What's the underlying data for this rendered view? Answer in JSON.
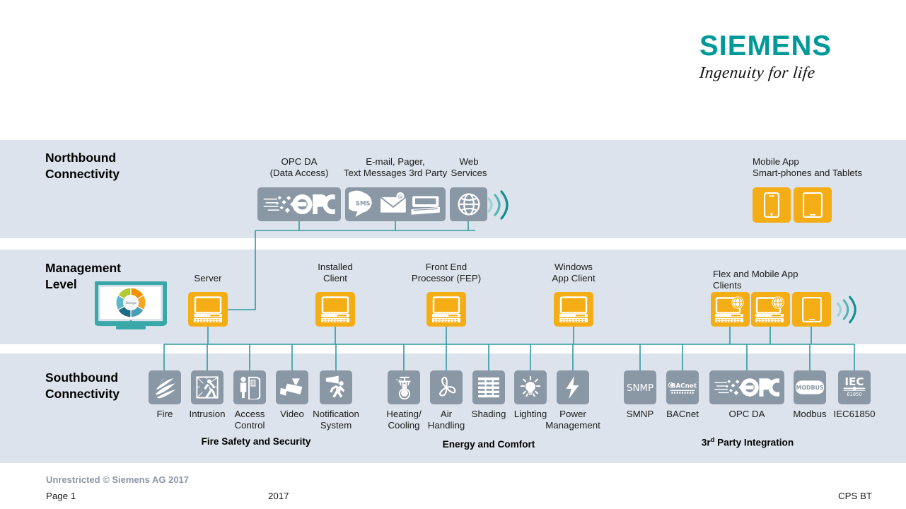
{
  "brand": {
    "name": "SIEMENS",
    "claim": "Ingenuity for life",
    "color": "#009999"
  },
  "colors": {
    "band_background": "#dde3ec",
    "page_background": "#ffffff",
    "device_grey": "#8a98a6",
    "device_orange": "#f5ad16",
    "connector_teal": "#2e9aa0",
    "monitor_teal": "#3aa8a8",
    "footer_grey": "#8b97a8"
  },
  "bands": {
    "northbound": {
      "title": "Northbound\nConnectivity"
    },
    "management": {
      "title": "Management\nLevel"
    },
    "southbound": {
      "title": "Southbound\nConnectivity"
    }
  },
  "northbound": {
    "nodes": [
      {
        "id": "opc-da",
        "label": "OPC DA\n(Data Access)",
        "icon": "opc-logo-icon"
      },
      {
        "id": "messaging",
        "label": "E-mail, Pager,\nText Messages 3rd Party",
        "icon": "messaging-icon"
      },
      {
        "id": "web-services",
        "label": "Web\nServices",
        "icon": "globe-icon"
      }
    ],
    "mobile": {
      "label": "Mobile App\nSmart-phones and Tablets",
      "devices": [
        {
          "id": "smartphone",
          "icon": "smartphone-icon"
        },
        {
          "id": "tablet",
          "icon": "tablet-icon"
        }
      ]
    }
  },
  "management": {
    "workstation": {
      "icon": "desktop-monitor-icon",
      "chart": "donut-chart-icon"
    },
    "nodes": [
      {
        "id": "server",
        "label": "Server",
        "icon": "computer-icon"
      },
      {
        "id": "installed-client",
        "label": "Installed\nClient",
        "icon": "computer-icon"
      },
      {
        "id": "fep",
        "label": "Front End\nProcessor (FEP)",
        "icon": "computer-icon"
      },
      {
        "id": "windows-app-client",
        "label": "Windows\nApp Client",
        "icon": "computer-icon"
      }
    ],
    "flex": {
      "label": "Flex and Mobile App\n Clients",
      "devices": [
        {
          "id": "flex-client-1",
          "icon": "computer-globe-icon"
        },
        {
          "id": "flex-client-2",
          "icon": "computer-globe-icon"
        },
        {
          "id": "flex-tablet",
          "icon": "tablet-icon"
        }
      ]
    }
  },
  "southbound": {
    "groups": [
      {
        "id": "fire-safety-and-security",
        "caption": "Fire Safety and Security",
        "caption_sup": "",
        "items": [
          {
            "id": "fire",
            "label": "Fire",
            "icon": "flame-icon"
          },
          {
            "id": "intrusion",
            "label": "Intrusion",
            "icon": "intrusion-icon"
          },
          {
            "id": "access",
            "label": "Access\nControl",
            "icon": "access-control-icon"
          },
          {
            "id": "video",
            "label": "Video",
            "icon": "cctv-camera-icon"
          },
          {
            "id": "notification",
            "label": "Notification\nSystem",
            "icon": "notification-evacuation-icon"
          }
        ]
      },
      {
        "id": "energy-and-comfort",
        "caption": "Energy and Comfort",
        "caption_sup": "",
        "items": [
          {
            "id": "heating-cooling",
            "label": "Heating/\nCooling",
            "icon": "thermometer-icon"
          },
          {
            "id": "air-handling",
            "label": "Air\nHandling",
            "icon": "fan-icon"
          },
          {
            "id": "shading",
            "label": "Shading",
            "icon": "blinds-icon"
          },
          {
            "id": "lighting",
            "label": "Lighting",
            "icon": "lightbulb-icon"
          },
          {
            "id": "power-management",
            "label": "Power\nManagement",
            "icon": "lightning-bolt-icon"
          }
        ]
      },
      {
        "id": "third-party-integration",
        "caption_pre": "3r",
        "caption_sup": "d",
        "caption_post": " Party Integration",
        "caption": "3rd Party Integration",
        "items": [
          {
            "id": "snmp",
            "label": "SMNP",
            "icon": "snmp-icon",
            "icon_text": "SNMP"
          },
          {
            "id": "bacnet",
            "label": "BACnet",
            "icon": "bacnet-icon",
            "icon_text": "BACnet"
          },
          {
            "id": "opc-da",
            "label": "OPC DA",
            "icon": "opc-logo-icon",
            "icon_text": "OPC"
          },
          {
            "id": "modbus",
            "label": "Modbus",
            "icon": "modbus-icon",
            "icon_text": "MODBUS"
          },
          {
            "id": "iec61850",
            "label": "IEC61850",
            "icon": "iec-icon",
            "icon_text": "IEC 61850"
          }
        ]
      }
    ]
  },
  "footer": {
    "legal": "Unrestricted © Siemens AG 2017",
    "page": "Page 1",
    "year": "2017",
    "department": "CPS BT"
  }
}
